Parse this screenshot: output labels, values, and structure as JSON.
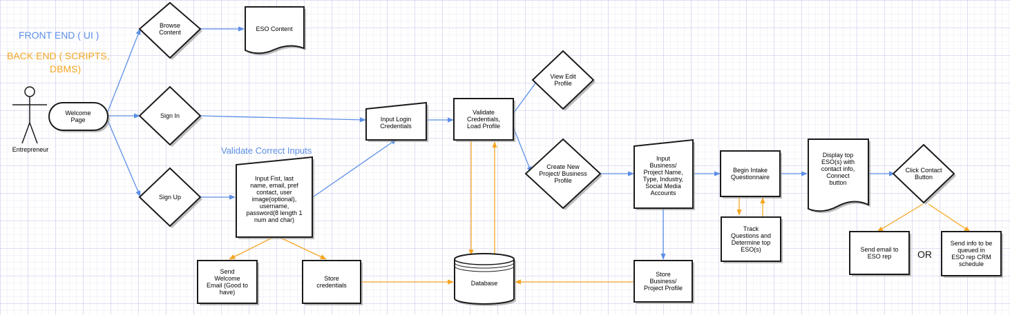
{
  "colors": {
    "front_end": "#5b8ee6",
    "back_end": "#f5a623",
    "front_end_faint": "#a8c4f2",
    "back_end_faint": "#fbd9a4"
  },
  "legend": {
    "front_end": "FRONT END ( UI  )",
    "back_end_line1": "BACK END ( SCRIPTS,",
    "back_end_line2": "DBMS)"
  },
  "annotations": {
    "validate": "Validate Correct Inputs",
    "or": "OR"
  },
  "actor": {
    "label": "Entrepreneur"
  },
  "nodes": {
    "welcome": [
      "Welcome",
      "Page"
    ],
    "browse": [
      "Browse",
      "Content"
    ],
    "eso_content": [
      "ESO Content"
    ],
    "sign_in": [
      "Sign In"
    ],
    "sign_up": [
      "Sign Up"
    ],
    "input_fields": [
      "Input Fist, last",
      "name, email, pref",
      "contact, user",
      "image(optional),",
      "username,",
      "password(8 length 1",
      "num and char)"
    ],
    "input_login": [
      "Input Login",
      "Credentials"
    ],
    "validate_creds": [
      "Validate",
      "Credentials,",
      "Load Profile"
    ],
    "view_edit": [
      "View Edit",
      "Profile"
    ],
    "create_new": [
      "Create New",
      "Project/ Business",
      "Profile"
    ],
    "input_business": [
      "Input",
      "Business/",
      "Project Name,",
      "Type, Industry,",
      "Social Media",
      "Accounts"
    ],
    "begin_intake": [
      "Begin Intake",
      "Questionnaire"
    ],
    "track": [
      "Track",
      "Questions and",
      "Determine top",
      "ESO(s)"
    ],
    "display_top": [
      "Display top",
      "ESO(s) with",
      "contact info,",
      "Connect",
      "button"
    ],
    "click_contact": [
      "Click Contact",
      "Button"
    ],
    "send_email": [
      "Send email to",
      "ESO rep"
    ],
    "send_info": [
      "Send info to be",
      "queued in",
      "ESO rep CRM",
      "schedule"
    ],
    "send_welcome": [
      "Send",
      "Welcome",
      "Email (Good to",
      "have)"
    ],
    "store_creds": [
      "Store",
      "credentials"
    ],
    "database": [
      "Database"
    ],
    "store_business": [
      "Store",
      "Business/",
      "Project Profile"
    ]
  }
}
